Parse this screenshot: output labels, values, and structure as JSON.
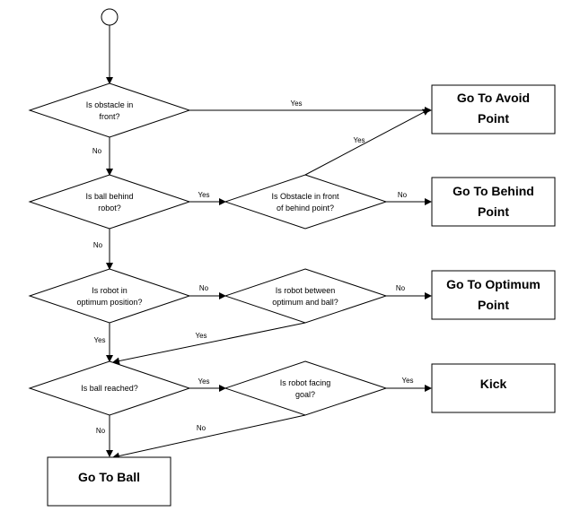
{
  "decisions": {
    "obstacle_front": [
      "Is obstacle in",
      "front?"
    ],
    "ball_behind": [
      "Is ball behind",
      "robot?"
    ],
    "obstacle_behind_point": [
      "Is Obstacle in front",
      "of behind point?"
    ],
    "optimum_position": [
      "Is robot in",
      "optimum position?"
    ],
    "between_optimum_ball": [
      "Is robot between",
      "optimum and ball?"
    ],
    "ball_reached": [
      "Is ball reached?"
    ],
    "facing_goal": [
      "Is robot facing",
      "goal?"
    ]
  },
  "actions": {
    "avoid_point": [
      "Go To Avoid",
      "Point"
    ],
    "behind_point": [
      "Go To Behind",
      "Point"
    ],
    "optimum_point": [
      "Go To Optimum",
      "Point"
    ],
    "kick": [
      "Kick"
    ],
    "go_to_ball": [
      "Go To Ball"
    ]
  },
  "edges": {
    "obstacle_front_yes": "Yes",
    "obstacle_front_no": "No",
    "ball_behind_yes": "Yes",
    "ball_behind_no": "No",
    "obstacle_behind_yes": "Yes",
    "obstacle_behind_no": "No",
    "optimum_position_no": "No",
    "optimum_position_yes": "Yes",
    "between_no": "No",
    "between_yes": "Yes",
    "ball_reached_yes": "Yes",
    "ball_reached_no": "No",
    "facing_goal_yes": "Yes",
    "facing_goal_no": "No"
  }
}
